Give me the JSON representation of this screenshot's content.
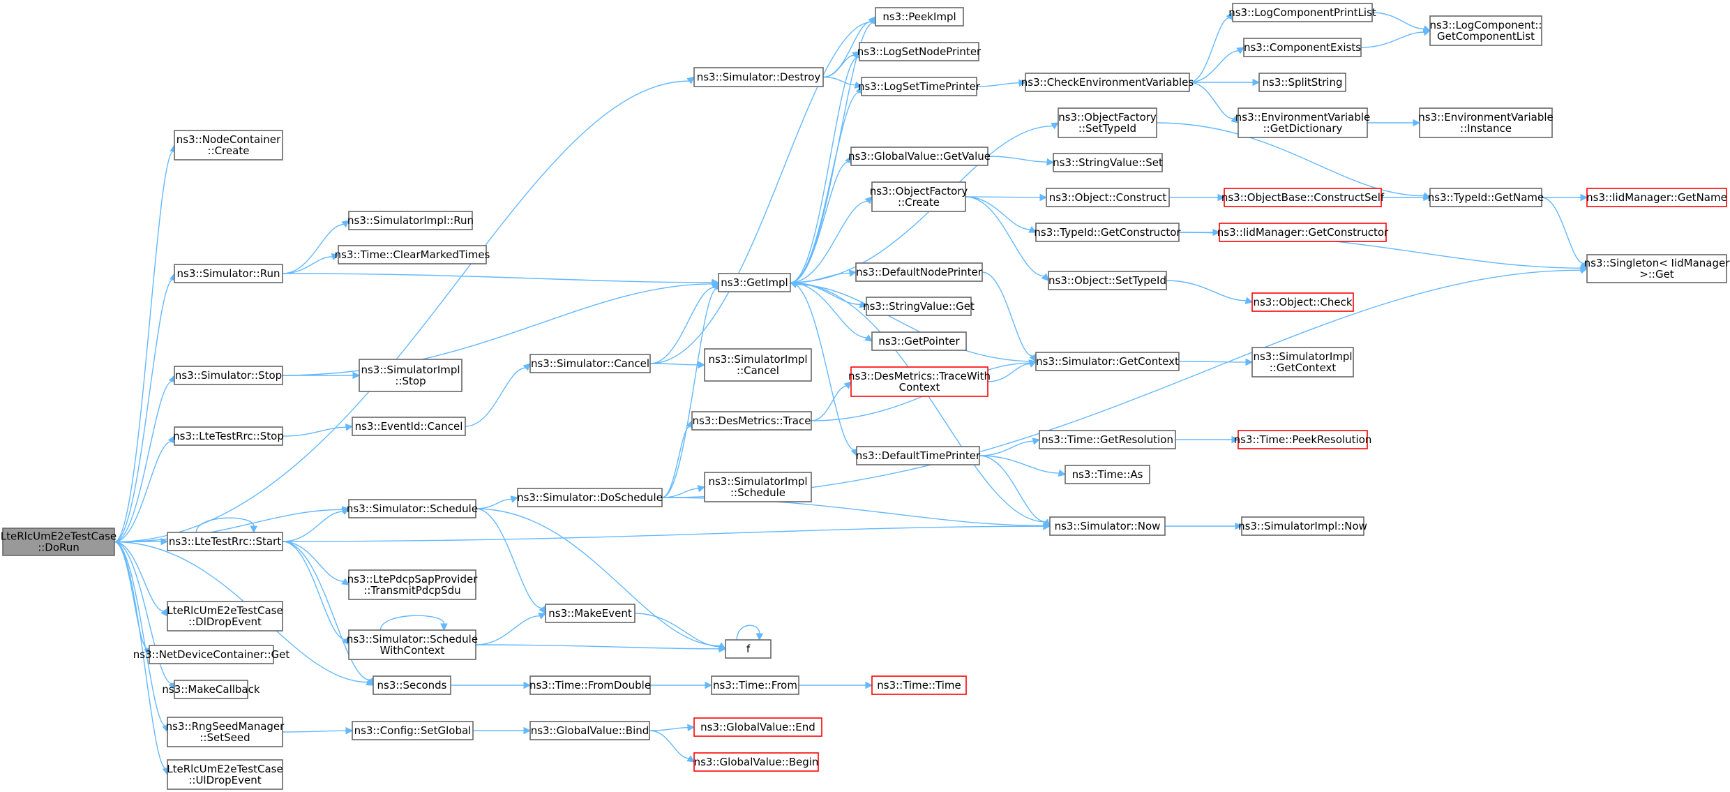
{
  "nodes": [
    {
      "id": "root",
      "lines": [
        "LteRlcUmE2eTestCase",
        "::DoRun"
      ],
      "style": "root"
    },
    {
      "id": "destroy",
      "lines": [
        "ns3::Simulator::Destroy"
      ]
    },
    {
      "id": "nodecreate",
      "lines": [
        "ns3::NodeContainer",
        "::Create"
      ]
    },
    {
      "id": "simrun",
      "lines": [
        "ns3::Simulator::Run"
      ]
    },
    {
      "id": "simstop",
      "lines": [
        "ns3::Simulator::Stop"
      ]
    },
    {
      "id": "rrcstop",
      "lines": [
        "ns3::LteTestRrc::Stop"
      ]
    },
    {
      "id": "schedule",
      "lines": [
        "ns3::Simulator::Schedule"
      ]
    },
    {
      "id": "rrcstart",
      "lines": [
        "ns3::LteTestRrc::Start"
      ]
    },
    {
      "id": "dldrop",
      "lines": [
        "LteRlcUmE2eTestCase",
        "::DlDropEvent"
      ]
    },
    {
      "id": "ndcget",
      "lines": [
        "ns3::NetDeviceContainer::Get"
      ]
    },
    {
      "id": "makecb",
      "lines": [
        "ns3::MakeCallback"
      ]
    },
    {
      "id": "rngseed",
      "lines": [
        "ns3::RngSeedManager",
        "::SetSeed"
      ]
    },
    {
      "id": "uldrop",
      "lines": [
        "LteRlcUmE2eTestCase",
        "::UlDropEvent"
      ]
    },
    {
      "id": "implrun",
      "lines": [
        "ns3::SimulatorImpl::Run"
      ]
    },
    {
      "id": "clearmarked",
      "lines": [
        "ns3::Time::ClearMarkedTimes"
      ]
    },
    {
      "id": "implstop",
      "lines": [
        "ns3::SimulatorImpl",
        "::Stop"
      ]
    },
    {
      "id": "eventcancel",
      "lines": [
        "ns3::EventId::Cancel"
      ]
    },
    {
      "id": "pdcpsdu",
      "lines": [
        "ns3::LtePdcpSapProvider",
        "::TransmitPdcpSdu"
      ]
    },
    {
      "id": "schedwctx",
      "lines": [
        "ns3::Simulator::Schedule",
        "WithContext"
      ]
    },
    {
      "id": "seconds",
      "lines": [
        "ns3::Seconds"
      ]
    },
    {
      "id": "setglobal",
      "lines": [
        "ns3::Config::SetGlobal"
      ]
    },
    {
      "id": "simcancel",
      "lines": [
        "ns3::Simulator::Cancel"
      ]
    },
    {
      "id": "doschedule",
      "lines": [
        "ns3::Simulator::DoSchedule"
      ]
    },
    {
      "id": "getimpl",
      "lines": [
        "ns3::GetImpl"
      ]
    },
    {
      "id": "makeevent",
      "lines": [
        "ns3::MakeEvent"
      ]
    },
    {
      "id": "f",
      "lines": [
        "f"
      ]
    },
    {
      "id": "fromdouble",
      "lines": [
        "ns3::Time::FromDouble"
      ]
    },
    {
      "id": "gvbind",
      "lines": [
        "ns3::GlobalValue::Bind"
      ]
    },
    {
      "id": "implcancel",
      "lines": [
        "ns3::SimulatorImpl",
        "::Cancel"
      ]
    },
    {
      "id": "desmtrace",
      "lines": [
        "ns3::DesMetrics::Trace"
      ]
    },
    {
      "id": "implschedule",
      "lines": [
        "ns3::SimulatorImpl",
        "::Schedule"
      ]
    },
    {
      "id": "timefrom",
      "lines": [
        "ns3::Time::From"
      ]
    },
    {
      "id": "peekimpl",
      "lines": [
        "ns3::PeekImpl"
      ]
    },
    {
      "id": "lognode",
      "lines": [
        "ns3::LogSetNodePrinter"
      ]
    },
    {
      "id": "logtime",
      "lines": [
        "ns3::LogSetTimePrinter"
      ]
    },
    {
      "id": "gvgetvalue",
      "lines": [
        "ns3::GlobalValue::GetValue"
      ]
    },
    {
      "id": "ofcreate",
      "lines": [
        "ns3::ObjectFactory",
        "::Create"
      ]
    },
    {
      "id": "defnodeprinter",
      "lines": [
        "ns3::DefaultNodePrinter"
      ]
    },
    {
      "id": "svget",
      "lines": [
        "ns3::StringValue::Get"
      ]
    },
    {
      "id": "getpointer",
      "lines": [
        "ns3::GetPointer"
      ]
    },
    {
      "id": "desmtracectx",
      "lines": [
        "ns3::DesMetrics::TraceWith",
        "Context"
      ],
      "style": "red"
    },
    {
      "id": "deftimeprinter",
      "lines": [
        "ns3::DefaultTimePrinter"
      ]
    },
    {
      "id": "timetime",
      "lines": [
        "ns3::Time::Time"
      ],
      "style": "red"
    },
    {
      "id": "gvend",
      "lines": [
        "ns3::GlobalValue::End"
      ],
      "style": "red"
    },
    {
      "id": "gvbegin",
      "lines": [
        "ns3::GlobalValue::Begin"
      ],
      "style": "red"
    },
    {
      "id": "checkenv",
      "lines": [
        "ns3::CheckEnvironmentVariables"
      ]
    },
    {
      "id": "ofsettypeid",
      "lines": [
        "ns3::ObjectFactory",
        "::SetTypeId"
      ]
    },
    {
      "id": "svset",
      "lines": [
        "ns3::StringValue::Set"
      ]
    },
    {
      "id": "objconstruct",
      "lines": [
        "ns3::Object::Construct"
      ]
    },
    {
      "id": "tidgetctor",
      "lines": [
        "ns3::TypeId::GetConstructor"
      ]
    },
    {
      "id": "objsettypeid",
      "lines": [
        "ns3::Object::SetTypeId"
      ]
    },
    {
      "id": "simgetctx",
      "lines": [
        "ns3::Simulator::GetContext"
      ]
    },
    {
      "id": "getres",
      "lines": [
        "ns3::Time::GetResolution"
      ]
    },
    {
      "id": "timeas",
      "lines": [
        "ns3::Time::As"
      ]
    },
    {
      "id": "simnow",
      "lines": [
        "ns3::Simulator::Now"
      ]
    },
    {
      "id": "logcpl",
      "lines": [
        "ns3::LogComponentPrintList"
      ]
    },
    {
      "id": "compexists",
      "lines": [
        "ns3::ComponentExists"
      ]
    },
    {
      "id": "splitstring",
      "lines": [
        "ns3::SplitString"
      ]
    },
    {
      "id": "envdict",
      "lines": [
        "ns3::EnvironmentVariable",
        "::GetDictionary"
      ]
    },
    {
      "id": "obconstructself",
      "lines": [
        "ns3::ObjectBase::ConstructSelf"
      ],
      "style": "red"
    },
    {
      "id": "iidgetctor",
      "lines": [
        "ns3::IidManager::GetConstructor"
      ],
      "style": "red"
    },
    {
      "id": "objcheck",
      "lines": [
        "ns3::Object::Check"
      ],
      "style": "red"
    },
    {
      "id": "implgetctx",
      "lines": [
        "ns3::SimulatorImpl",
        "::GetContext"
      ]
    },
    {
      "id": "peekres",
      "lines": [
        "ns3::Time::PeekResolution"
      ],
      "style": "red"
    },
    {
      "id": "implnow",
      "lines": [
        "ns3::SimulatorImpl::Now"
      ]
    },
    {
      "id": "logcomplist",
      "lines": [
        "ns3::LogComponent::",
        "GetComponentList"
      ]
    },
    {
      "id": "envinstance",
      "lines": [
        "ns3::EnvironmentVariable",
        "::Instance"
      ]
    },
    {
      "id": "tidgetname",
      "lines": [
        "ns3::TypeId::GetName"
      ]
    },
    {
      "id": "iidgetname",
      "lines": [
        "ns3::IidManager::GetName"
      ],
      "style": "red"
    },
    {
      "id": "singletonget",
      "lines": [
        "ns3::Singleton< IidManager",
        ">::Get"
      ]
    }
  ],
  "edges": [
    [
      "root",
      "destroy"
    ],
    [
      "root",
      "nodecreate"
    ],
    [
      "root",
      "simrun"
    ],
    [
      "root",
      "simstop"
    ],
    [
      "root",
      "rrcstop"
    ],
    [
      "root",
      "schedule"
    ],
    [
      "root",
      "rrcstart"
    ],
    [
      "root",
      "dldrop"
    ],
    [
      "root",
      "ndcget"
    ],
    [
      "root",
      "makecb"
    ],
    [
      "root",
      "rngseed"
    ],
    [
      "root",
      "uldrop"
    ],
    [
      "root",
      "seconds"
    ],
    [
      "destroy",
      "peekimpl"
    ],
    [
      "destroy",
      "lognode"
    ],
    [
      "destroy",
      "logtime"
    ],
    [
      "simrun",
      "implrun"
    ],
    [
      "simrun",
      "clearmarked"
    ],
    [
      "simrun",
      "getimpl"
    ],
    [
      "simstop",
      "getimpl"
    ],
    [
      "simstop",
      "implstop"
    ],
    [
      "rrcstop",
      "eventcancel"
    ],
    [
      "eventcancel",
      "simcancel"
    ],
    [
      "schedule",
      "doschedule"
    ],
    [
      "schedule",
      "makeevent"
    ],
    [
      "schedule",
      "f"
    ],
    [
      "rrcstart",
      "rrcstart"
    ],
    [
      "rrcstart",
      "schedule"
    ],
    [
      "rrcstart",
      "pdcpsdu"
    ],
    [
      "rrcstart",
      "schedwctx"
    ],
    [
      "rrcstart",
      "seconds"
    ],
    [
      "rrcstart",
      "simnow"
    ],
    [
      "schedwctx",
      "schedwctx"
    ],
    [
      "schedwctx",
      "makeevent"
    ],
    [
      "schedwctx",
      "f"
    ],
    [
      "seconds",
      "fromdouble"
    ],
    [
      "fromdouble",
      "timefrom"
    ],
    [
      "timefrom",
      "timetime"
    ],
    [
      "rngseed",
      "setglobal"
    ],
    [
      "setglobal",
      "gvbind"
    ],
    [
      "gvbind",
      "gvend"
    ],
    [
      "gvbind",
      "gvbegin"
    ],
    [
      "simcancel",
      "peekimpl"
    ],
    [
      "simcancel",
      "getimpl"
    ],
    [
      "simcancel",
      "implcancel"
    ],
    [
      "doschedule",
      "getimpl"
    ],
    [
      "doschedule",
      "desmtrace"
    ],
    [
      "doschedule",
      "implschedule"
    ],
    [
      "doschedule",
      "simnow"
    ],
    [
      "doschedule",
      "singletonget"
    ],
    [
      "makeevent",
      "f"
    ],
    [
      "f",
      "f"
    ],
    [
      "desmtrace",
      "desmtracectx"
    ],
    [
      "desmtrace",
      "simgetctx"
    ],
    [
      "desmtracectx",
      "simgetctx"
    ],
    [
      "getimpl",
      "peekimpl"
    ],
    [
      "getimpl",
      "lognode"
    ],
    [
      "getimpl",
      "logtime"
    ],
    [
      "getimpl",
      "ofsettypeid"
    ],
    [
      "getimpl",
      "gvgetvalue"
    ],
    [
      "getimpl",
      "ofcreate"
    ],
    [
      "getimpl",
      "defnodeprinter"
    ],
    [
      "getimpl",
      "svget"
    ],
    [
      "getimpl",
      "getpointer"
    ],
    [
      "getimpl",
      "deftimeprinter"
    ],
    [
      "getimpl",
      "simnow"
    ],
    [
      "simgetctx",
      "getimpl"
    ],
    [
      "simgetctx",
      "implgetctx"
    ],
    [
      "logtime",
      "checkenv"
    ],
    [
      "checkenv",
      "logcpl"
    ],
    [
      "checkenv",
      "compexists"
    ],
    [
      "checkenv",
      "splitstring"
    ],
    [
      "checkenv",
      "envdict"
    ],
    [
      "logcpl",
      "logcomplist"
    ],
    [
      "compexists",
      "logcomplist"
    ],
    [
      "envdict",
      "envinstance"
    ],
    [
      "gvgetvalue",
      "svset"
    ],
    [
      "ofsettypeid",
      "tidgetname"
    ],
    [
      "ofcreate",
      "objconstruct"
    ],
    [
      "ofcreate",
      "tidgetctor"
    ],
    [
      "ofcreate",
      "objsettypeid"
    ],
    [
      "objconstruct",
      "obconstructself"
    ],
    [
      "obconstructself",
      "tidgetname"
    ],
    [
      "tidgetctor",
      "iidgetctor"
    ],
    [
      "tidgetctor",
      "singletonget"
    ],
    [
      "objsettypeid",
      "objcheck"
    ],
    [
      "tidgetname",
      "iidgetname"
    ],
    [
      "tidgetname",
      "singletonget"
    ],
    [
      "defnodeprinter",
      "simgetctx"
    ],
    [
      "deftimeprinter",
      "getres"
    ],
    [
      "deftimeprinter",
      "timeas"
    ],
    [
      "deftimeprinter",
      "simnow"
    ],
    [
      "getres",
      "peekres"
    ],
    [
      "simnow",
      "implnow"
    ]
  ]
}
